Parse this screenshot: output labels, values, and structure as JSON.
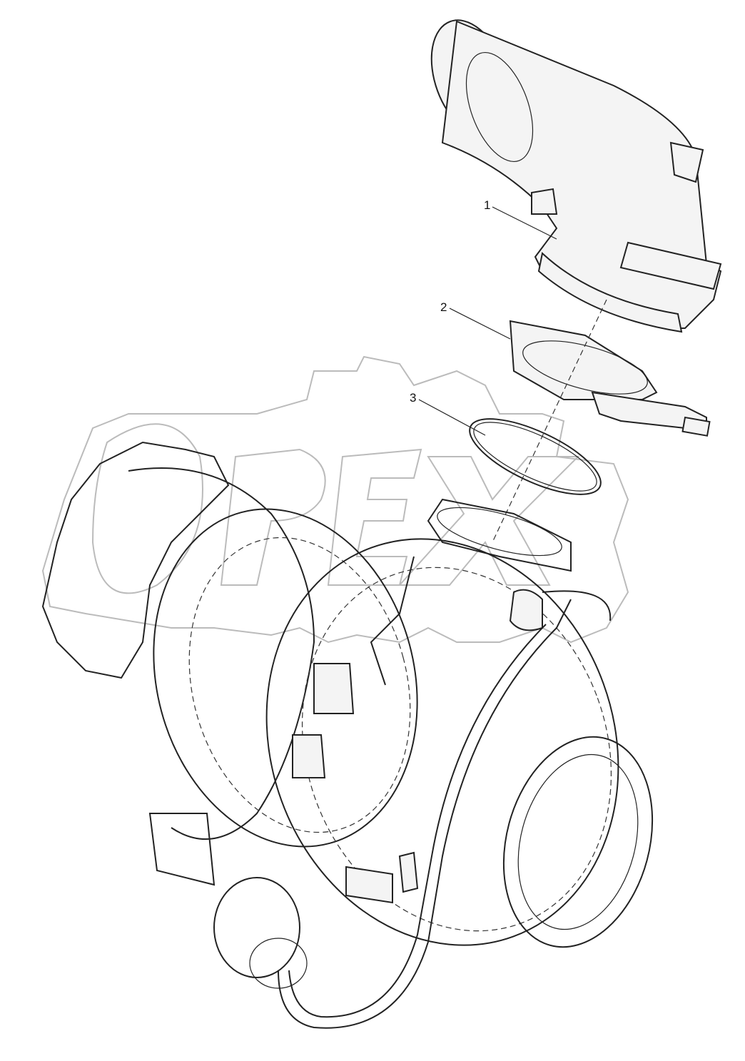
{
  "diagram": {
    "callouts": [
      {
        "number": "1"
      },
      {
        "number": "2"
      },
      {
        "number": "3"
      }
    ],
    "watermark": "OPEX"
  }
}
